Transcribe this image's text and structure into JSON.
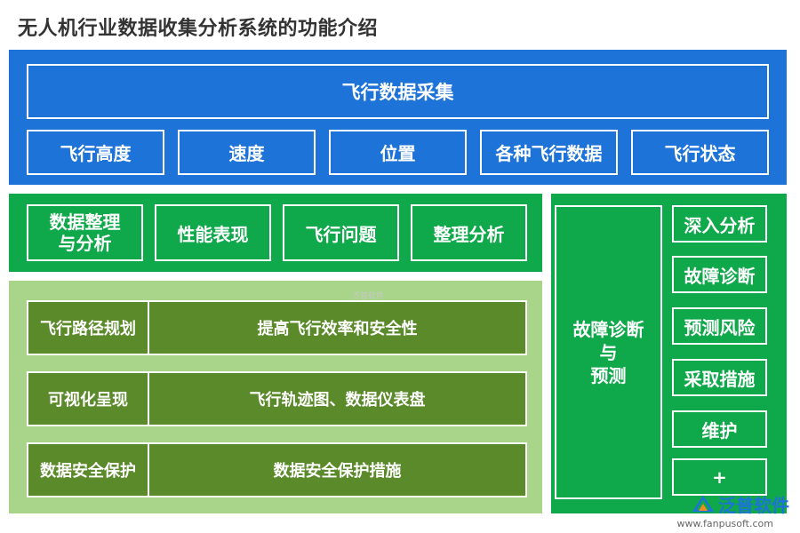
{
  "title": "无人机行业数据收集分析系统的功能介绍",
  "flight_collection": {
    "header": "飞行数据采集",
    "items": [
      "飞行高度",
      "速度",
      "位置",
      "各种飞行数据",
      "飞行状态"
    ]
  },
  "data_organization": {
    "items": [
      "数据整理\n与分析",
      "性能表现",
      "飞行问题",
      "整理分析"
    ]
  },
  "features": [
    {
      "name": "飞行路径规划",
      "desc": "提高飞行效率和安全性"
    },
    {
      "name": "可视化呈现",
      "desc": "飞行轨迹图、数据仪表盘"
    },
    {
      "name": "数据安全保护",
      "desc": "数据安全保护措施"
    }
  ],
  "fault": {
    "main": "故障诊断\n与\n预测",
    "items": [
      "深入分析",
      "故障诊断",
      "预测风险",
      "采取措施",
      "维护",
      "+"
    ]
  },
  "watermark": {
    "small": "泛普软件",
    "brand": "泛普软件",
    "url": "www.fanpusoft.com"
  },
  "colors": {
    "blue": "#1e73d8",
    "green": "#0fa84a",
    "light_green": "#a9d58b",
    "dark_olive": "#5b8a2a"
  }
}
